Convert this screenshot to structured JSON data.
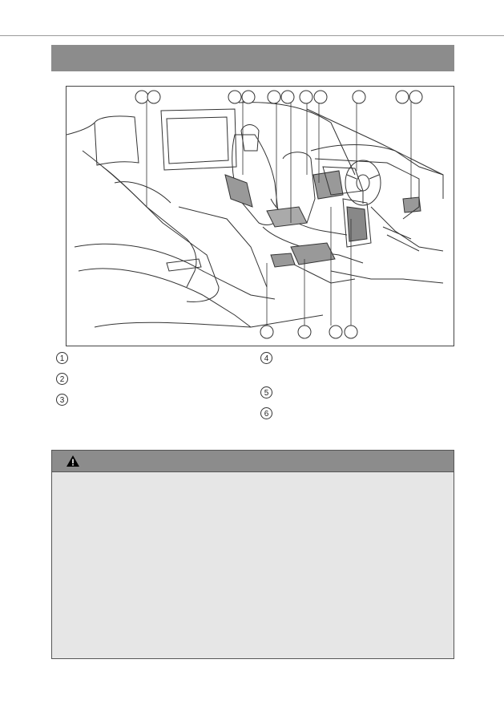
{
  "legend": [
    {
      "num": "1"
    },
    {
      "num": "2"
    },
    {
      "num": "3"
    },
    {
      "num": "4"
    },
    {
      "num": "5"
    },
    {
      "num": "6"
    }
  ],
  "callouts_top": [
    "",
    "",
    "",
    "",
    "",
    "",
    "",
    "",
    "",
    "",
    "",
    "",
    ""
  ],
  "callouts_bottom": [
    "",
    "",
    "",
    ""
  ],
  "warning": {
    "icon": "warning-triangle-icon"
  }
}
